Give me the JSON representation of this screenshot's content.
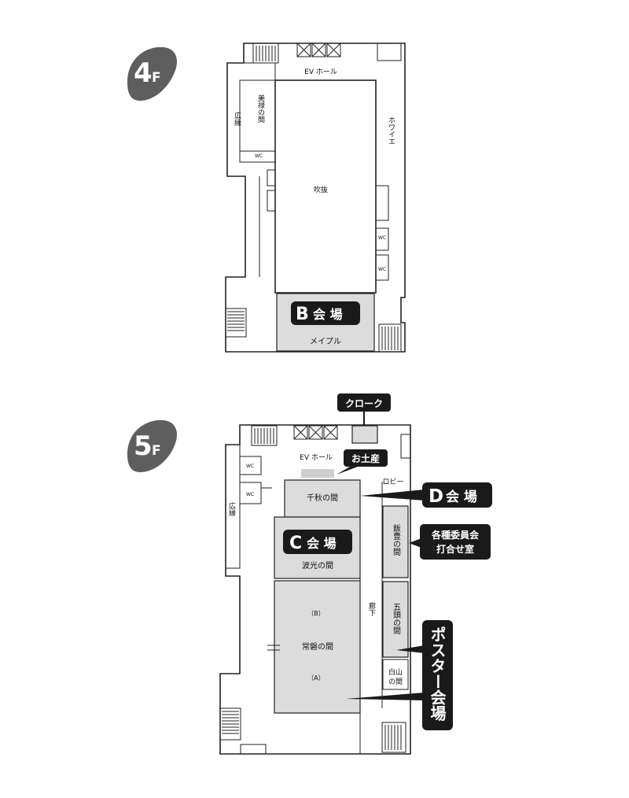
{
  "colors": {
    "callout_bg": "#1a1a1a",
    "room_fill": "#dcdcdc",
    "badge_bg": "#5e5e5e",
    "wall": "#222222"
  },
  "floor4": {
    "badge": {
      "number": "4",
      "suffix": "F"
    },
    "ev_hall": "EV ホール",
    "hoyer": "ホワイエ",
    "hiroen": "広縁",
    "bimoku": "美禄の間",
    "wc1": "WC",
    "wc2": "WC",
    "wc3": "WC",
    "fukinuke": "吹抜",
    "maple": "メイプル",
    "venue_b": {
      "letter": "B",
      "text": "会 場"
    }
  },
  "floor5": {
    "badge": {
      "number": "5",
      "suffix": "F"
    },
    "ev_hall": "EV ホール",
    "lobby": "ロビー",
    "hiroen": "広縁",
    "wc1": "WC",
    "wc2": "WC",
    "chiaki": "千秋の間",
    "hako": "波光の間",
    "jyoban": "常磐の間",
    "jyoban_b": "（B）",
    "jyoban_a": "（A）",
    "rouka": "廊下",
    "hanpou": "飯豊の間",
    "goto": "五頭の間",
    "hakusan": "白山の間",
    "callouts": {
      "cloak": "クローク",
      "omiyage": "お土産",
      "venue_d": {
        "letter": "D",
        "text": "会 場"
      },
      "venue_c": {
        "letter": "C",
        "text": "会 場"
      },
      "committee_1": "各種委員会",
      "committee_2": "打合せ室",
      "poster": "ポスター会場"
    }
  }
}
